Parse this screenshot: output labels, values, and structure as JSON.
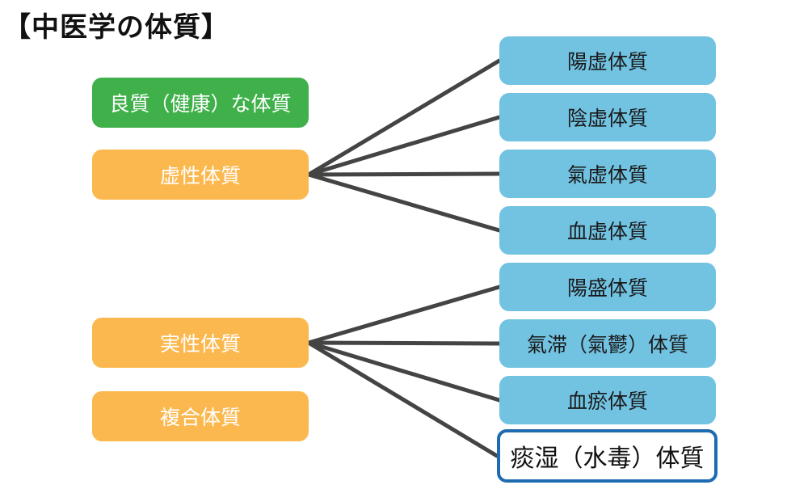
{
  "title": "【中医学の体質】",
  "colors": {
    "healthy": "#3fb04a",
    "category": "#fbb84e",
    "subtype": "#72c3e2",
    "highlight_border": "#1f6bb0",
    "connector": "#444444"
  },
  "left": {
    "healthy": "良質（健康）な体質",
    "deficiency": "虚性体質",
    "excess": "実性体質",
    "complex": "複合体質"
  },
  "right": {
    "yang_xu": "陽虚体質",
    "yin_xu": "陰虚体質",
    "qi_xu": "氣虚体質",
    "blood_xu": "血虚体質",
    "yang_sheng": "陽盛体質",
    "qi_stagnation": "氣滞（氣鬱）体質",
    "blood_stasis": "血瘀体質",
    "phlegm_damp": "痰湿（水毒）体質"
  },
  "edges": [
    [
      "deficiency",
      "yang_xu"
    ],
    [
      "deficiency",
      "yin_xu"
    ],
    [
      "deficiency",
      "qi_xu"
    ],
    [
      "deficiency",
      "blood_xu"
    ],
    [
      "excess",
      "yang_sheng"
    ],
    [
      "excess",
      "qi_stagnation"
    ],
    [
      "excess",
      "blood_stasis"
    ],
    [
      "excess",
      "phlegm_damp"
    ]
  ]
}
